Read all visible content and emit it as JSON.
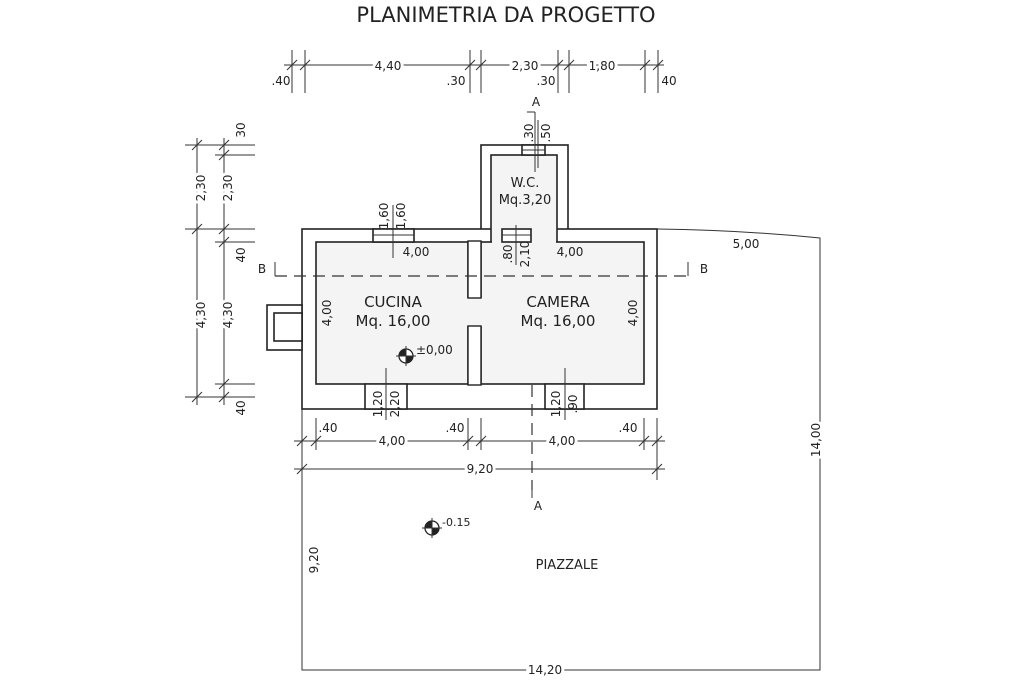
{
  "title": "PLANIMETRIA DA PROGETTO",
  "rooms": {
    "cucina": {
      "name": "CUCINA",
      "area": "Mq. 16,00"
    },
    "camera": {
      "name": "CAMERA",
      "area": "Mq. 16,00"
    },
    "wc": {
      "name": "W.C.",
      "area": "Mq.3,20"
    },
    "piazzale": "PIAZZALE"
  },
  "levels": {
    "interior": "±0,00",
    "exterior": "-0.15"
  },
  "sections": {
    "a_top": "A",
    "a_bottom": "A",
    "b_left": "B",
    "b_right": "B"
  },
  "dims_top": [
    ".40",
    "4,40",
    ".30",
    "2,30",
    ".30",
    "1,80",
    "40"
  ],
  "dims_left": [
    "2,30",
    "2,30",
    "30",
    "40",
    "4,30",
    "4,30",
    "40"
  ],
  "dims_bottom": [
    ".40",
    "4,00",
    ".40",
    "4,00",
    ".40",
    "9,20"
  ],
  "dims_site": {
    "right_top": "5,00",
    "right": "14,00",
    "bottom": "14,20",
    "left": "9,20"
  },
  "dims_rooms": {
    "cucina_width": "4,00",
    "cucina_depth": "4,00",
    "camera_width": "4,00",
    "camera_depth": "4,00"
  },
  "openings": {
    "cucina_top": [
      "1,60",
      "1,60"
    ],
    "wc_top": [
      ".30",
      ".50"
    ],
    "wc_door": [
      ".80",
      "2,10"
    ],
    "cucina_bottom": [
      "1,20",
      "2,20"
    ],
    "camera_bottom": [
      "1,20",
      ".90"
    ]
  }
}
